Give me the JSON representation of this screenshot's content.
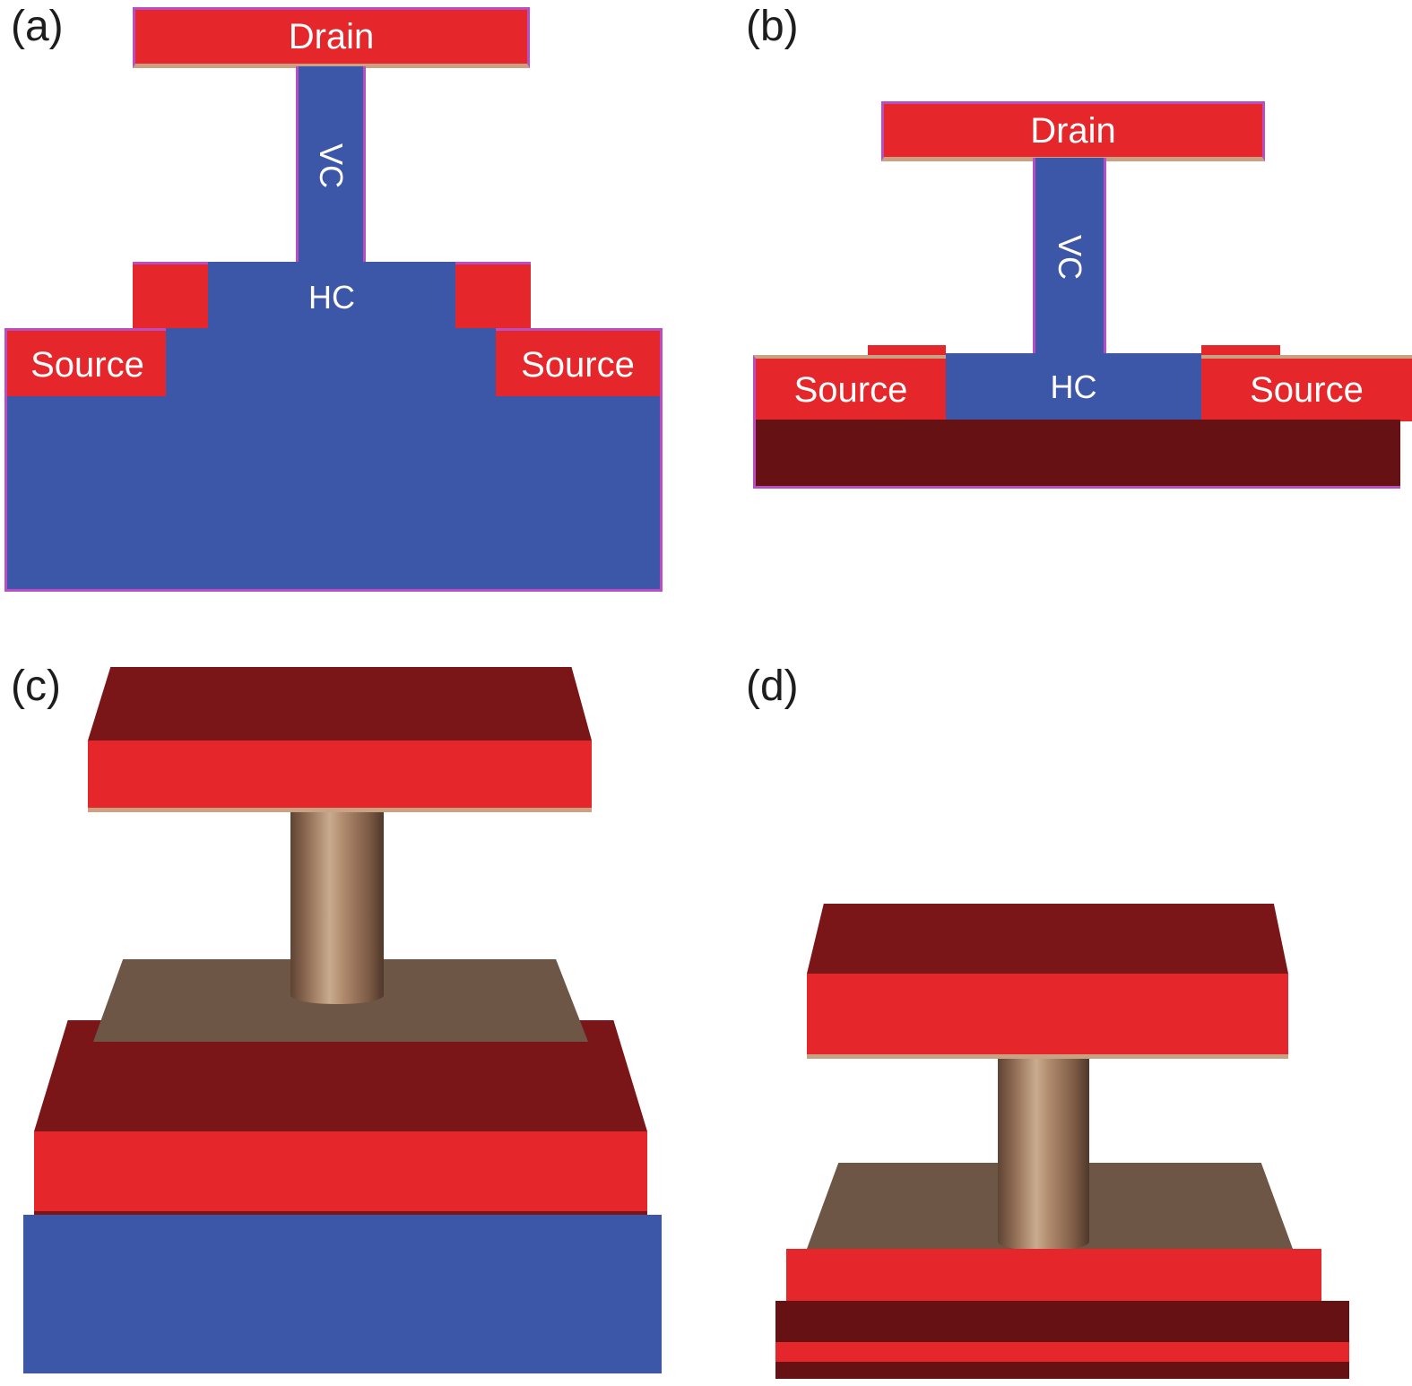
{
  "figure": {
    "panels": {
      "a": {
        "label": "(a)",
        "drain": "Drain",
        "vc": "VC",
        "hc": "HC",
        "source_left": "Source",
        "source_right": "Source"
      },
      "b": {
        "label": "(b)",
        "drain": "Drain",
        "vc": "VC",
        "hc": "HC",
        "source_left": "Source",
        "source_right": "Source"
      },
      "c": {
        "label": "(c)"
      },
      "d": {
        "label": "(d)"
      }
    },
    "colors": {
      "contact_red": "#e5262a",
      "dark_red_face": "#7a1518",
      "substrate_maroon": "#661114",
      "channel_blue": "#3d57a8",
      "slab_brown": "#6e5647",
      "pillar_tan": "#c9ab8e",
      "seam_tan": "#c9a183",
      "outline_purple": "#b84ec2",
      "label_white": "#ffffff",
      "label_black": "#1d1d1d"
    }
  }
}
